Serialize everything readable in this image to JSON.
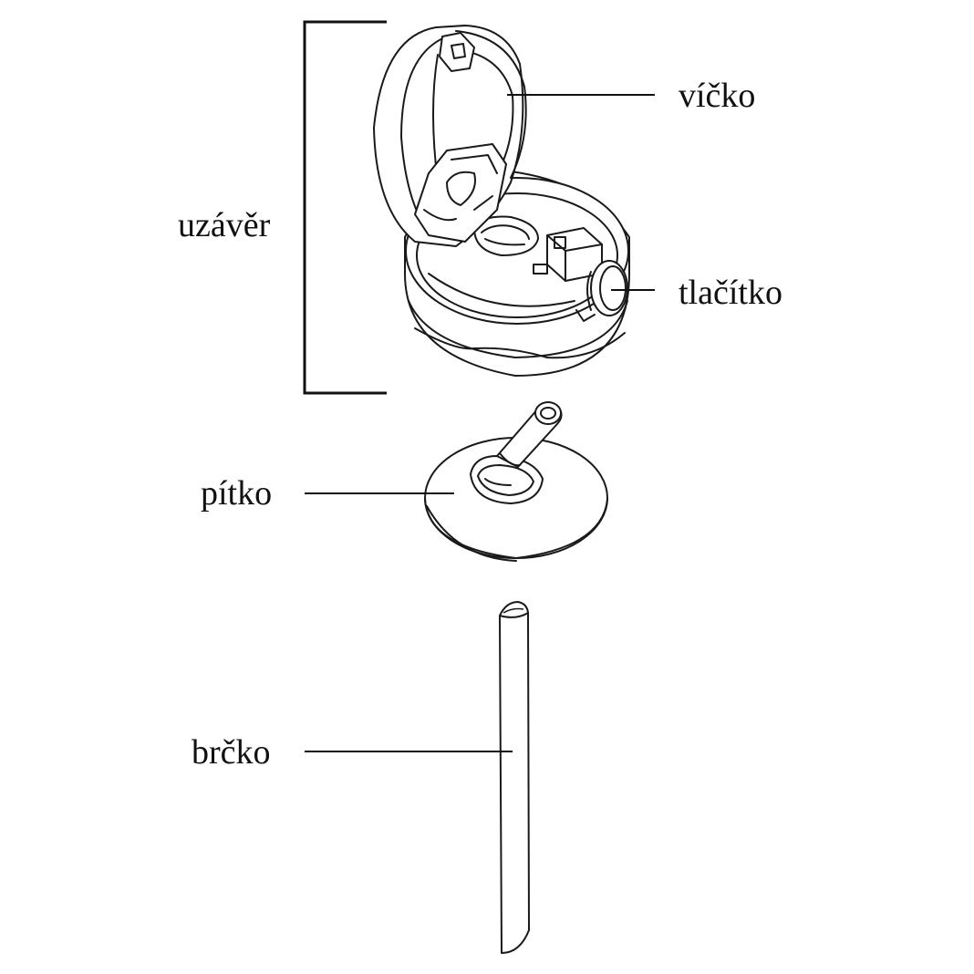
{
  "labels": {
    "lid": "víčko",
    "cap": "uzávěr",
    "button": "tlačítko",
    "mouthpiece": "pítko",
    "straw": "brčko"
  },
  "colors": {
    "line": "#1a1a1a",
    "background": "#ffffff"
  }
}
